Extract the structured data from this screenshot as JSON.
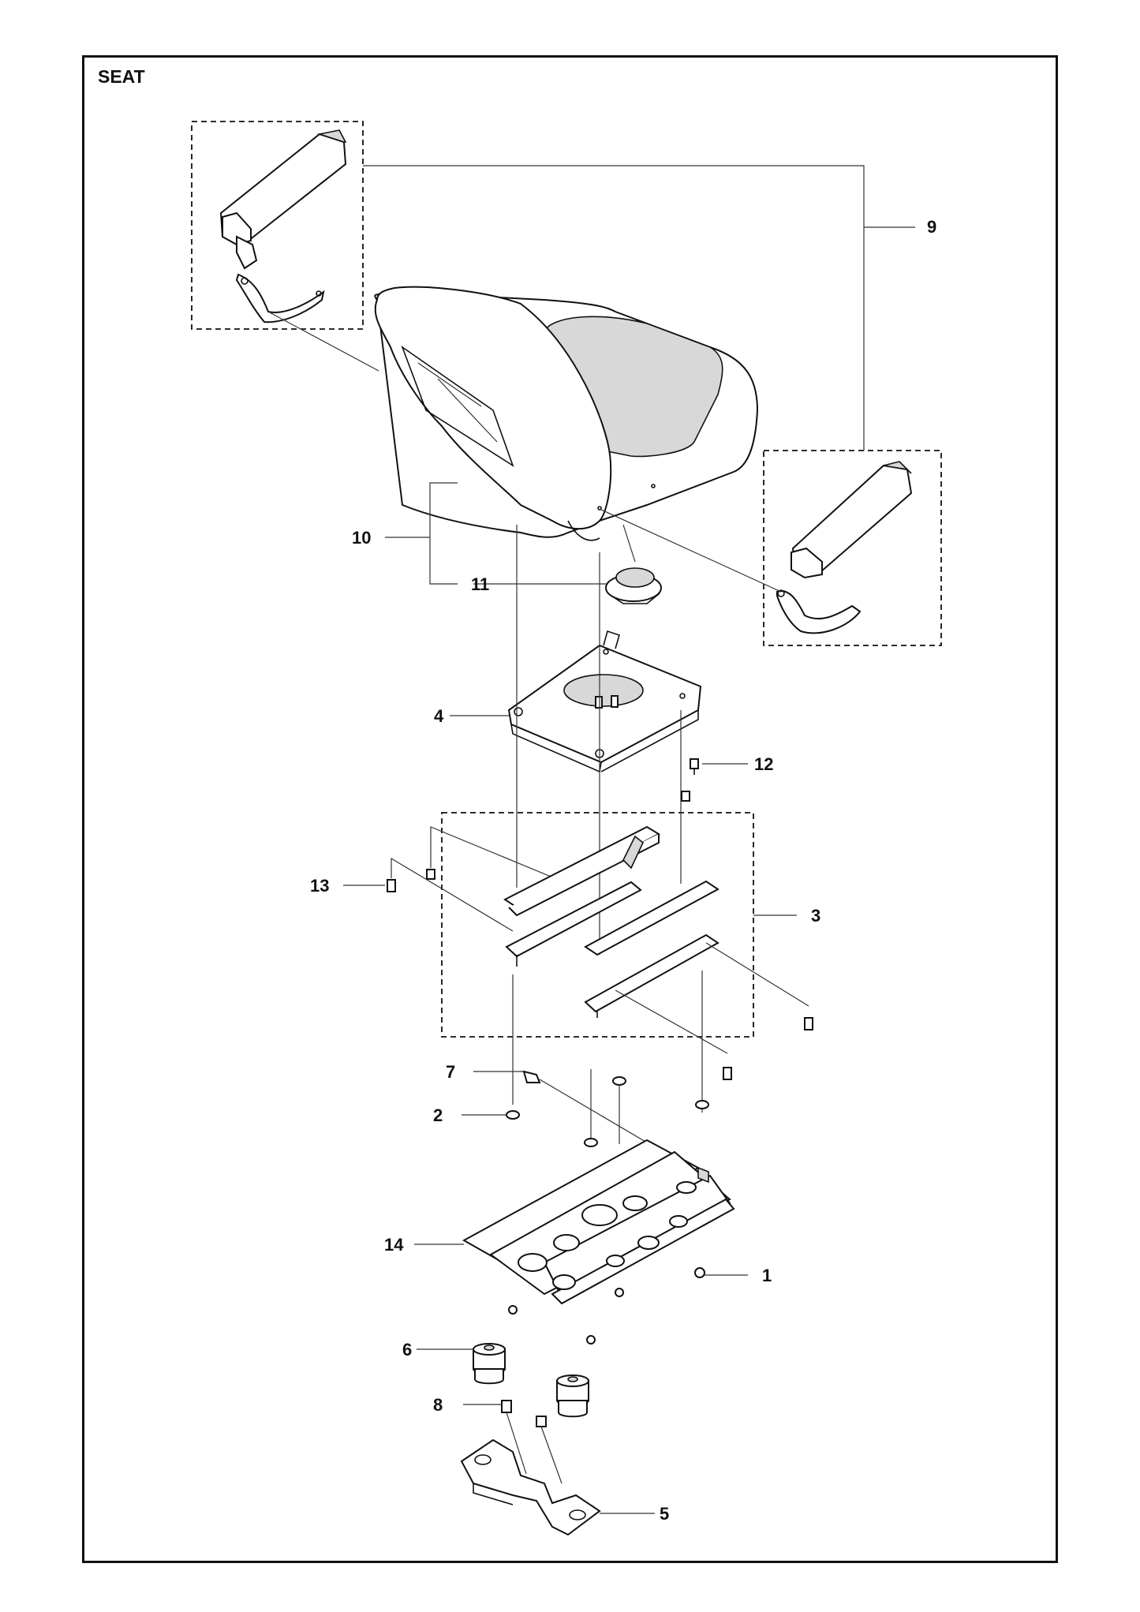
{
  "title": "SEAT",
  "callouts": [
    "1",
    "2",
    "3",
    "4",
    "5",
    "6",
    "7",
    "8",
    "9",
    "10",
    "11",
    "12",
    "13",
    "14"
  ]
}
